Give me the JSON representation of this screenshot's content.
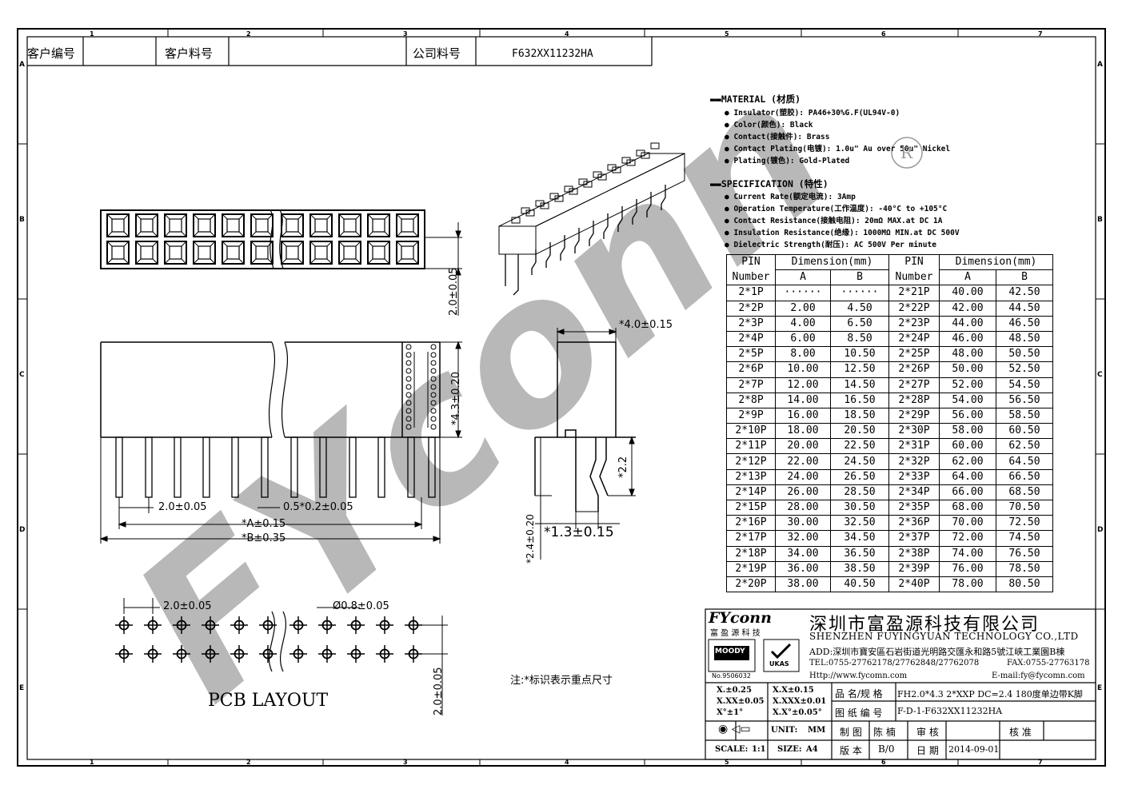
{
  "header": {
    "customer_no_label": "客户编号",
    "customer_no_value": "",
    "customer_part_label": "客户料号",
    "customer_part_value": "",
    "company_part_label": "公司料号",
    "company_part_value": "F632XX11232HA"
  },
  "border": {
    "col_marks": [
      "1",
      "2",
      "3",
      "4",
      "5",
      "6",
      "7"
    ],
    "row_marks": [
      "A",
      "B",
      "C",
      "D",
      "E"
    ]
  },
  "material": {
    "title": "MATERIAL (材质)",
    "lines": [
      "Insulator(塑胶): PA46+30%G.F(UL94V-0)",
      "Color(颜色): Black",
      "Contact(接触件): Brass",
      "Contact Plating(电镀): 1.0u\" Au over 50u\" Nickel",
      "Plating(镀色): Gold-Plated"
    ]
  },
  "specification": {
    "title": "SPECIFICATION (特性)",
    "lines": [
      "Current Rate(额定电流):  3Amp",
      "Operation Temperature(工作温度): -40°C to +105°C",
      "Contact Resistance(接触电阻): 20mΩ MAX.at DC 1A",
      "Insulation Resistance(绝缘): 1000MΩ MIN.at DC 500V",
      "Dielectric Strength(耐压): AC 500V Per minute"
    ]
  },
  "dim_table": {
    "h_pin": "PIN",
    "h_number": "Number",
    "h_dimension": "Dimension(mm)",
    "h_a": "A",
    "h_b": "B",
    "left": [
      [
        "2*1P",
        "······",
        "······"
      ],
      [
        "2*2P",
        "2.00",
        "4.50"
      ],
      [
        "2*3P",
        "4.00",
        "6.50"
      ],
      [
        "2*4P",
        "6.00",
        "8.50"
      ],
      [
        "2*5P",
        "8.00",
        "10.50"
      ],
      [
        "2*6P",
        "10.00",
        "12.50"
      ],
      [
        "2*7P",
        "12.00",
        "14.50"
      ],
      [
        "2*8P",
        "14.00",
        "16.50"
      ],
      [
        "2*9P",
        "16.00",
        "18.50"
      ],
      [
        "2*10P",
        "18.00",
        "20.50"
      ],
      [
        "2*11P",
        "20.00",
        "22.50"
      ],
      [
        "2*12P",
        "22.00",
        "24.50"
      ],
      [
        "2*13P",
        "24.00",
        "26.50"
      ],
      [
        "2*14P",
        "26.00",
        "28.50"
      ],
      [
        "2*15P",
        "28.00",
        "30.50"
      ],
      [
        "2*16P",
        "30.00",
        "32.50"
      ],
      [
        "2*17P",
        "32.00",
        "34.50"
      ],
      [
        "2*18P",
        "34.00",
        "36.50"
      ],
      [
        "2*19P",
        "36.00",
        "38.50"
      ],
      [
        "2*20P",
        "38.00",
        "40.50"
      ]
    ],
    "right": [
      [
        "2*21P",
        "40.00",
        "42.50"
      ],
      [
        "2*22P",
        "42.00",
        "44.50"
      ],
      [
        "2*23P",
        "44.00",
        "46.50"
      ],
      [
        "2*24P",
        "46.00",
        "48.50"
      ],
      [
        "2*25P",
        "48.00",
        "50.50"
      ],
      [
        "2*26P",
        "50.00",
        "52.50"
      ],
      [
        "2*27P",
        "52.00",
        "54.50"
      ],
      [
        "2*28P",
        "54.00",
        "56.50"
      ],
      [
        "2*29P",
        "56.00",
        "58.50"
      ],
      [
        "2*30P",
        "58.00",
        "60.50"
      ],
      [
        "2*31P",
        "60.00",
        "62.50"
      ],
      [
        "2*32P",
        "62.00",
        "64.50"
      ],
      [
        "2*33P",
        "64.00",
        "66.50"
      ],
      [
        "2*34P",
        "66.00",
        "68.50"
      ],
      [
        "2*35P",
        "68.00",
        "70.50"
      ],
      [
        "2*36P",
        "70.00",
        "72.50"
      ],
      [
        "2*37P",
        "72.00",
        "74.50"
      ],
      [
        "2*38P",
        "74.00",
        "76.50"
      ],
      [
        "2*39P",
        "76.00",
        "78.50"
      ],
      [
        "2*40P",
        "78.00",
        "80.50"
      ]
    ]
  },
  "dimensions": {
    "height_front": "2.0±0.05",
    "width_side": "*4.0±0.15",
    "height_body": "*4.3±0.20",
    "pitch": "2.0±0.05",
    "pin_size": "0.5*0.2±0.05",
    "dim_a": "*A±0.15",
    "dim_b": "*B±0.35",
    "side_22": "*2.2",
    "side_24": "*2.4±0.20",
    "side_13": "*1.3±0.15",
    "pcb_pitch": "2.0±0.05",
    "pcb_hole": "Ø0.8±0.05",
    "pcb_row": "2.0±0.05"
  },
  "pcb_label": "PCB   LAYOUT",
  "note": "注:*标识表示重点尺寸",
  "watermark": "FYconn",
  "registered_mark": "R",
  "company": {
    "logo_text": "FYconn",
    "logo_sub": "富 盈 源 科 技",
    "name_cn": "深圳市富盈源科技有限公司",
    "name_en": "SHENZHEN FUYINGYUAN TECHNOLOGY CO.,LTD",
    "address": "ADD:深圳市寶安區石岩街道光明路交匯永和路5號江峡工業園B棟",
    "tel": "TEL:0755-27762178/27762848/27762078",
    "fax": "FAX:0755-27763178",
    "web": "Http://www.fycomn.com",
    "email": "E-mail:fy@fycomn.com",
    "cert1": "MOODY",
    "cert2": "UKAS",
    "cert_no": "No.9506032"
  },
  "title_block": {
    "tol1": "X.±0.25",
    "tol2": "X.X±0.15",
    "tol3": "X.XX±0.05",
    "tol4": "X.XXX±0.01",
    "tol5": "X°±1°",
    "tol6": "X.X°±0.05°",
    "product_label": "品 名/规 格",
    "product_value": "FH2.0*4.3 2*XXP DC=2.4 180度单边带K脚",
    "drawing_label": "图 纸 编 号",
    "drawing_value": "F-D-1-F632XX11232HA",
    "unit_label": "UNIT:",
    "unit_value": "MM",
    "drawn_label": "制 图",
    "drawn_value": "陈 楠",
    "check_label": "审 核",
    "check_value": "",
    "approve_label": "核 准",
    "approve_value": "",
    "scale_label": "SCALE:",
    "scale_value": "1:1",
    "size_label": "SIZE:",
    "size_value": "A4",
    "version_label": "版 本",
    "version_value": "B/0",
    "date_label": "日 期",
    "date_value": "2014-09-01"
  }
}
